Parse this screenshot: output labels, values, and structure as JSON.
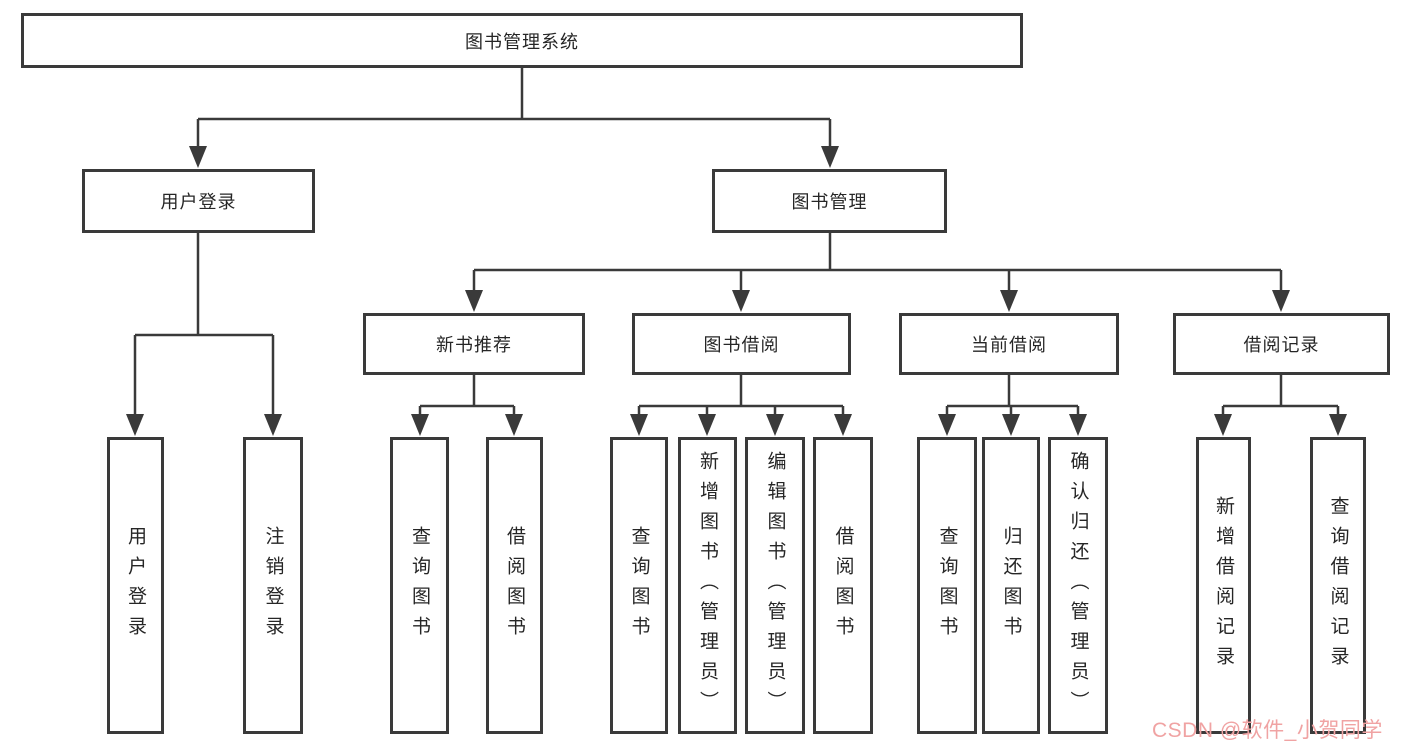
{
  "tree": {
    "label": "图书管理系统",
    "children": [
      {
        "label": "用户登录",
        "children": [
          {
            "label": "用户登录"
          },
          {
            "label": "注销登录"
          }
        ]
      },
      {
        "label": "图书管理",
        "children": [
          {
            "label": "新书推荐",
            "children": [
              {
                "label": "查询图书"
              },
              {
                "label": "借阅图书"
              }
            ]
          },
          {
            "label": "图书借阅",
            "children": [
              {
                "label": "查询图书"
              },
              {
                "label": "新增图书（管理员）"
              },
              {
                "label": "编辑图书（管理员）"
              },
              {
                "label": "借阅图书"
              }
            ]
          },
          {
            "label": "当前借阅",
            "children": [
              {
                "label": "查询图书"
              },
              {
                "label": "归还图书"
              },
              {
                "label": "确认归还（管理员）"
              }
            ]
          },
          {
            "label": "借阅记录",
            "children": [
              {
                "label": "新增借阅记录"
              },
              {
                "label": "查询借阅记录"
              }
            ]
          }
        ]
      }
    ]
  },
  "watermark": {
    "text": "CSDN @软件_小贺同学",
    "color": "#f0a3a3"
  },
  "colors": {
    "line": "#3a3a3a",
    "box_border": "#3a3a3a",
    "text": "#262626",
    "background": "#ffffff"
  }
}
